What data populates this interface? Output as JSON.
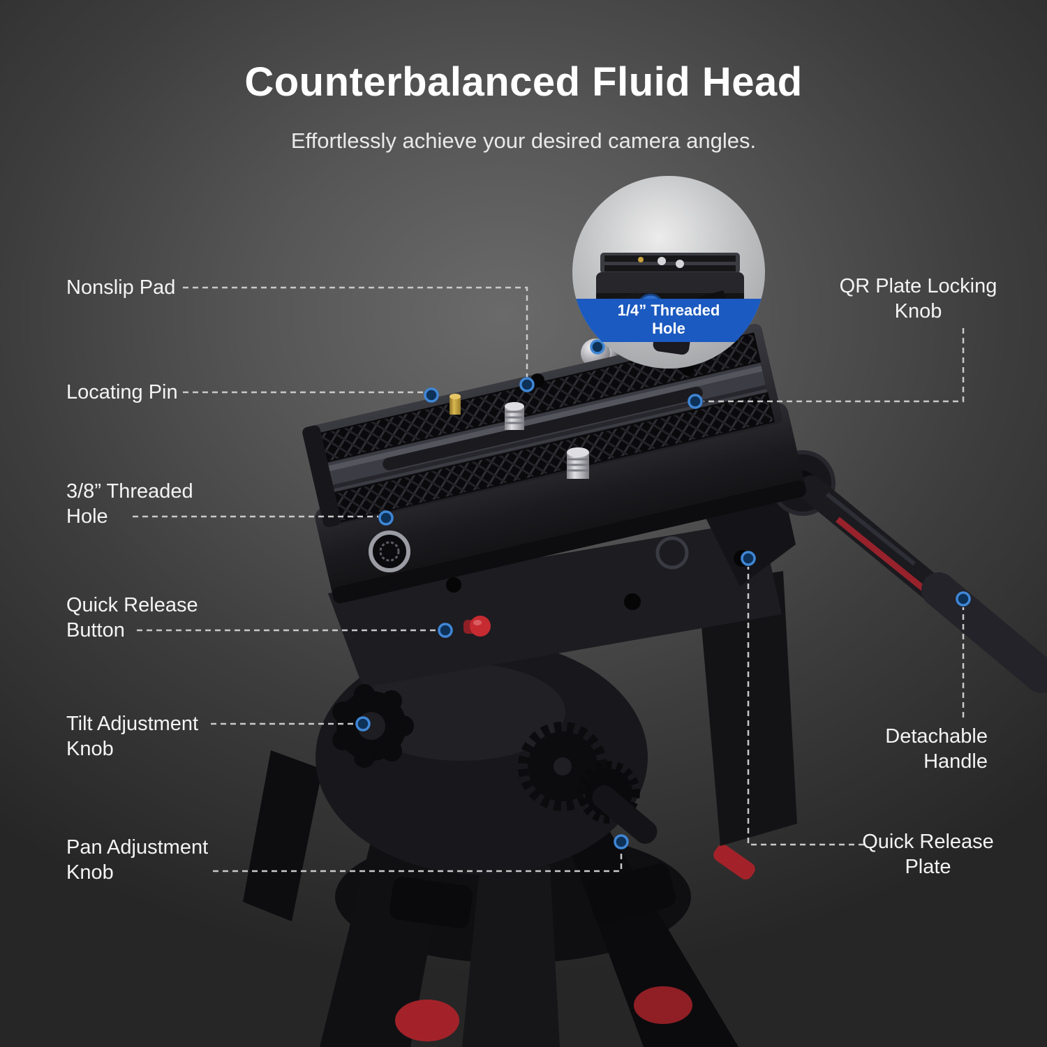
{
  "title": "Counterbalanced Fluid Head",
  "subtitle": "Effortlessly achieve your desired camera angles.",
  "inset": {
    "badge_line1": "1/4” Threaded",
    "badge_line2": "Hole"
  },
  "labels": {
    "nonslip_pad": "Nonslip Pad",
    "locating_pin": "Locating Pin",
    "threaded_hole": {
      "line1": "3/8” Threaded",
      "line2": "Hole"
    },
    "quick_release_button": {
      "line1": "Quick Release",
      "line2": "Button"
    },
    "tilt_knob": {
      "line1": "Tilt Adjustment",
      "line2": "Knob"
    },
    "pan_knob": {
      "line1": "Pan Adjustment",
      "line2": "Knob"
    },
    "qr_locking_knob": {
      "line1": "QR Plate Locking",
      "line2": "Knob"
    },
    "detachable_handle": "Detachable Handle",
    "qr_plate": {
      "line1": "Quick Release",
      "line2": "Plate"
    }
  },
  "colors": {
    "badge_blue": "#1b5ac0",
    "callout_dot_fill": "#0d3157",
    "callout_dot_ring": "#3f86d6",
    "leader_line": "#c9c9c9",
    "red_accent": "#b0232a",
    "title_text": "#ffffff",
    "label_text": "#f4f4f4"
  }
}
